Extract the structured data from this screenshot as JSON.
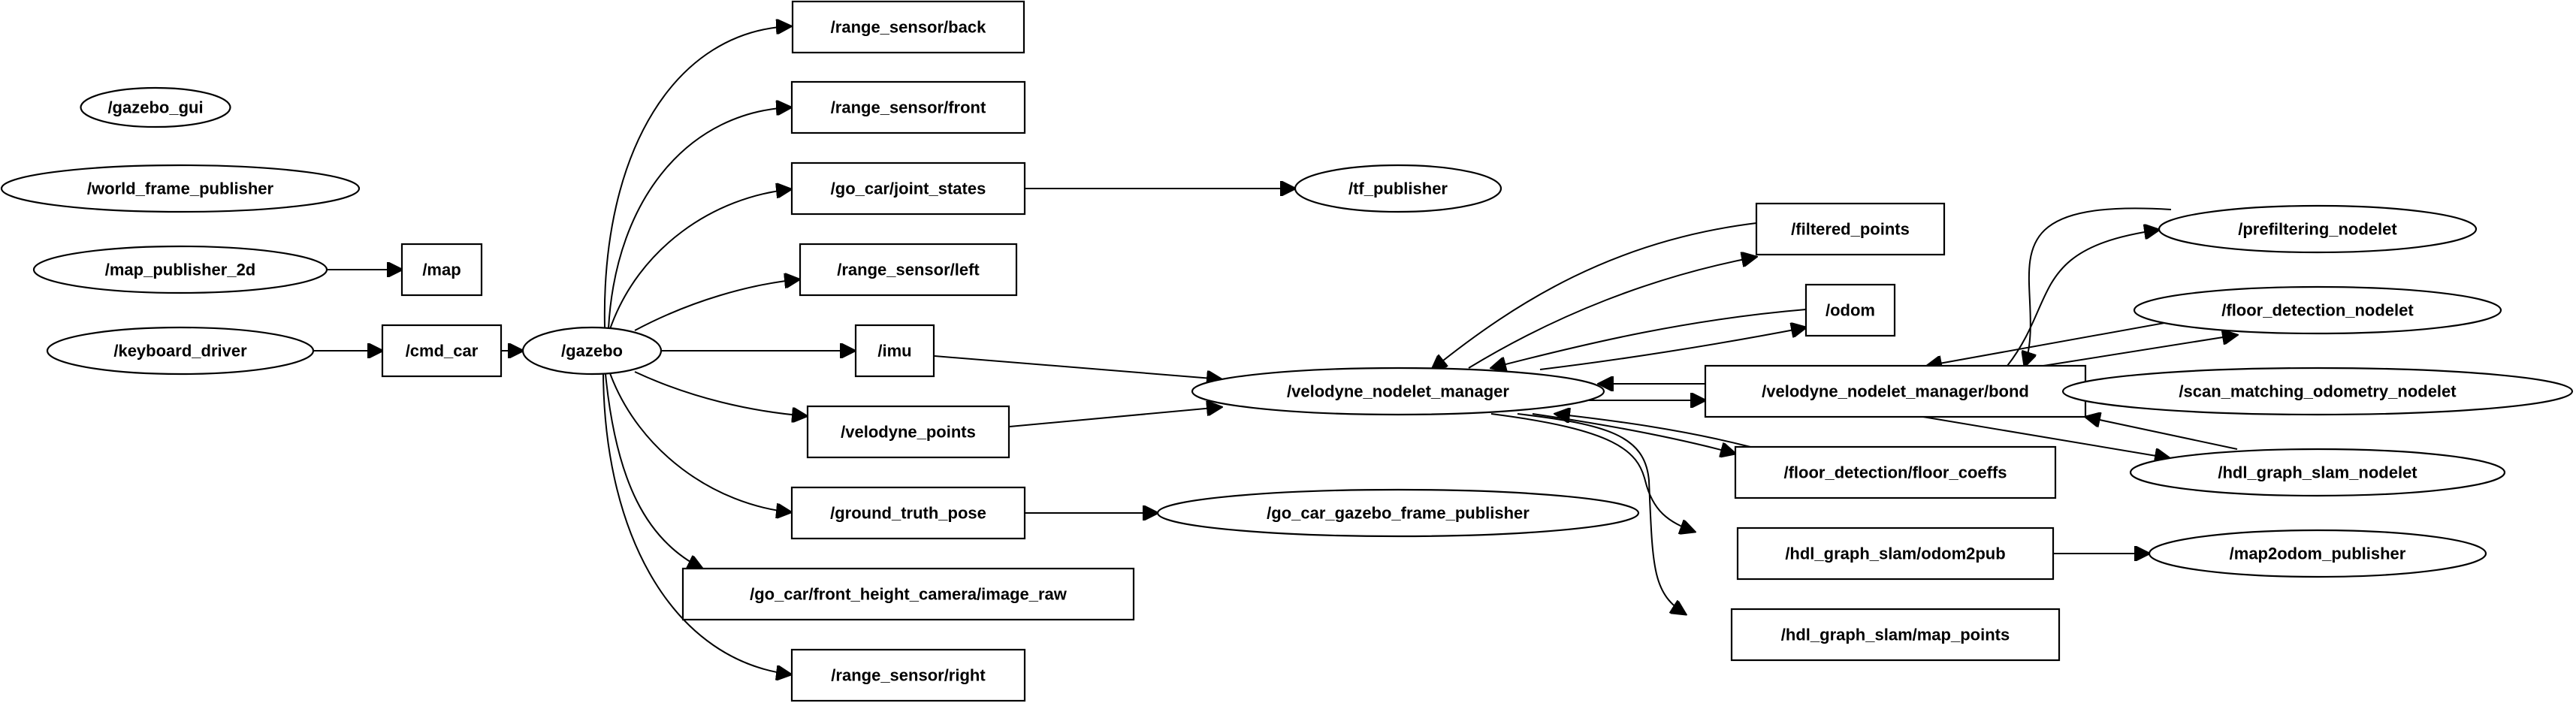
{
  "graph": {
    "nodes": [
      {
        "id": "gazebo_gui",
        "label": "/gazebo_gui",
        "shape": "ellipse"
      },
      {
        "id": "world_frame_publisher",
        "label": "/world_frame_publisher",
        "shape": "ellipse"
      },
      {
        "id": "map_publisher_2d",
        "label": "/map_publisher_2d",
        "shape": "ellipse"
      },
      {
        "id": "map",
        "label": "/map",
        "shape": "box"
      },
      {
        "id": "keyboard_driver",
        "label": "/keyboard_driver",
        "shape": "ellipse"
      },
      {
        "id": "cmd_car",
        "label": "/cmd_car",
        "shape": "box"
      },
      {
        "id": "gazebo",
        "label": "/gazebo",
        "shape": "ellipse"
      },
      {
        "id": "range_sensor_back",
        "label": "/range_sensor/back",
        "shape": "box"
      },
      {
        "id": "range_sensor_front",
        "label": "/range_sensor/front",
        "shape": "box"
      },
      {
        "id": "go_car_joint_states",
        "label": "/go_car/joint_states",
        "shape": "box"
      },
      {
        "id": "range_sensor_left",
        "label": "/range_sensor/left",
        "shape": "box"
      },
      {
        "id": "imu",
        "label": "/imu",
        "shape": "box"
      },
      {
        "id": "velodyne_points",
        "label": "/velodyne_points",
        "shape": "box"
      },
      {
        "id": "ground_truth_pose",
        "label": "/ground_truth_pose",
        "shape": "box"
      },
      {
        "id": "front_height_camera",
        "label": "/go_car/front_height_camera/image_raw",
        "shape": "box"
      },
      {
        "id": "range_sensor_right",
        "label": "/range_sensor/right",
        "shape": "box"
      },
      {
        "id": "tf_publisher",
        "label": "/tf_publisher",
        "shape": "ellipse"
      },
      {
        "id": "go_car_gazebo_frame_publisher",
        "label": "/go_car_gazebo_frame_publisher",
        "shape": "ellipse"
      },
      {
        "id": "velodyne_nodelet_manager",
        "label": "/velodyne_nodelet_manager",
        "shape": "ellipse"
      },
      {
        "id": "filtered_points",
        "label": "/filtered_points",
        "shape": "box"
      },
      {
        "id": "odom",
        "label": "/odom",
        "shape": "box"
      },
      {
        "id": "velodyne_nodelet_manager_bond",
        "label": "/velodyne_nodelet_manager/bond",
        "shape": "box"
      },
      {
        "id": "floor_detection_floor_coeffs",
        "label": "/floor_detection/floor_coeffs",
        "shape": "box"
      },
      {
        "id": "hdl_graph_slam_odom2pub",
        "label": "/hdl_graph_slam/odom2pub",
        "shape": "box"
      },
      {
        "id": "hdl_graph_slam_map_points",
        "label": "/hdl_graph_slam/map_points",
        "shape": "box"
      },
      {
        "id": "prefiltering_nodelet",
        "label": "/prefiltering_nodelet",
        "shape": "ellipse"
      },
      {
        "id": "floor_detection_nodelet",
        "label": "/floor_detection_nodelet",
        "shape": "ellipse"
      },
      {
        "id": "scan_matching_odometry_nodelet",
        "label": "/scan_matching_odometry_nodelet",
        "shape": "ellipse"
      },
      {
        "id": "hdl_graph_slam_nodelet",
        "label": "/hdl_graph_slam_nodelet",
        "shape": "ellipse"
      },
      {
        "id": "map2odom_publisher",
        "label": "/map2odom_publisher",
        "shape": "ellipse"
      }
    ],
    "edges": [
      {
        "from": "map_publisher_2d",
        "to": "map"
      },
      {
        "from": "keyboard_driver",
        "to": "cmd_car"
      },
      {
        "from": "cmd_car",
        "to": "gazebo"
      },
      {
        "from": "gazebo",
        "to": "range_sensor_back"
      },
      {
        "from": "gazebo",
        "to": "range_sensor_front"
      },
      {
        "from": "gazebo",
        "to": "go_car_joint_states"
      },
      {
        "from": "gazebo",
        "to": "range_sensor_left"
      },
      {
        "from": "gazebo",
        "to": "imu"
      },
      {
        "from": "gazebo",
        "to": "velodyne_points"
      },
      {
        "from": "gazebo",
        "to": "ground_truth_pose"
      },
      {
        "from": "gazebo",
        "to": "front_height_camera"
      },
      {
        "from": "gazebo",
        "to": "range_sensor_right"
      },
      {
        "from": "go_car_joint_states",
        "to": "tf_publisher"
      },
      {
        "from": "ground_truth_pose",
        "to": "go_car_gazebo_frame_publisher"
      },
      {
        "from": "imu",
        "to": "velodyne_nodelet_manager"
      },
      {
        "from": "velodyne_points",
        "to": "velodyne_nodelet_manager"
      },
      {
        "from": "filtered_points",
        "to": "velodyne_nodelet_manager"
      },
      {
        "from": "velodyne_nodelet_manager",
        "to": "filtered_points"
      },
      {
        "from": "odom",
        "to": "velodyne_nodelet_manager"
      },
      {
        "from": "velodyne_nodelet_manager",
        "to": "odom"
      },
      {
        "from": "velodyne_nodelet_manager_bond",
        "to": "velodyne_nodelet_manager"
      },
      {
        "from": "velodyne_nodelet_manager",
        "to": "velodyne_nodelet_manager_bond"
      },
      {
        "from": "floor_detection_floor_coeffs",
        "to": "velodyne_nodelet_manager"
      },
      {
        "from": "velodyne_nodelet_manager",
        "to": "floor_detection_floor_coeffs"
      },
      {
        "from": "velodyne_nodelet_manager",
        "to": "hdl_graph_slam_odom2pub"
      },
      {
        "from": "velodyne_nodelet_manager",
        "to": "hdl_graph_slam_map_points"
      },
      {
        "from": "velodyne_nodelet_manager_bond",
        "to": "prefiltering_nodelet"
      },
      {
        "from": "prefiltering_nodelet",
        "to": "velodyne_nodelet_manager_bond"
      },
      {
        "from": "velodyne_nodelet_manager_bond",
        "to": "floor_detection_nodelet"
      },
      {
        "from": "floor_detection_nodelet",
        "to": "velodyne_nodelet_manager_bond"
      },
      {
        "from": "velodyne_nodelet_manager_bond",
        "to": "scan_matching_odometry_nodelet"
      },
      {
        "from": "scan_matching_odometry_nodelet",
        "to": "velodyne_nodelet_manager_bond"
      },
      {
        "from": "velodyne_nodelet_manager_bond",
        "to": "hdl_graph_slam_nodelet"
      },
      {
        "from": "hdl_graph_slam_nodelet",
        "to": "velodyne_nodelet_manager_bond"
      },
      {
        "from": "hdl_graph_slam_odom2pub",
        "to": "map2odom_publisher"
      }
    ]
  }
}
